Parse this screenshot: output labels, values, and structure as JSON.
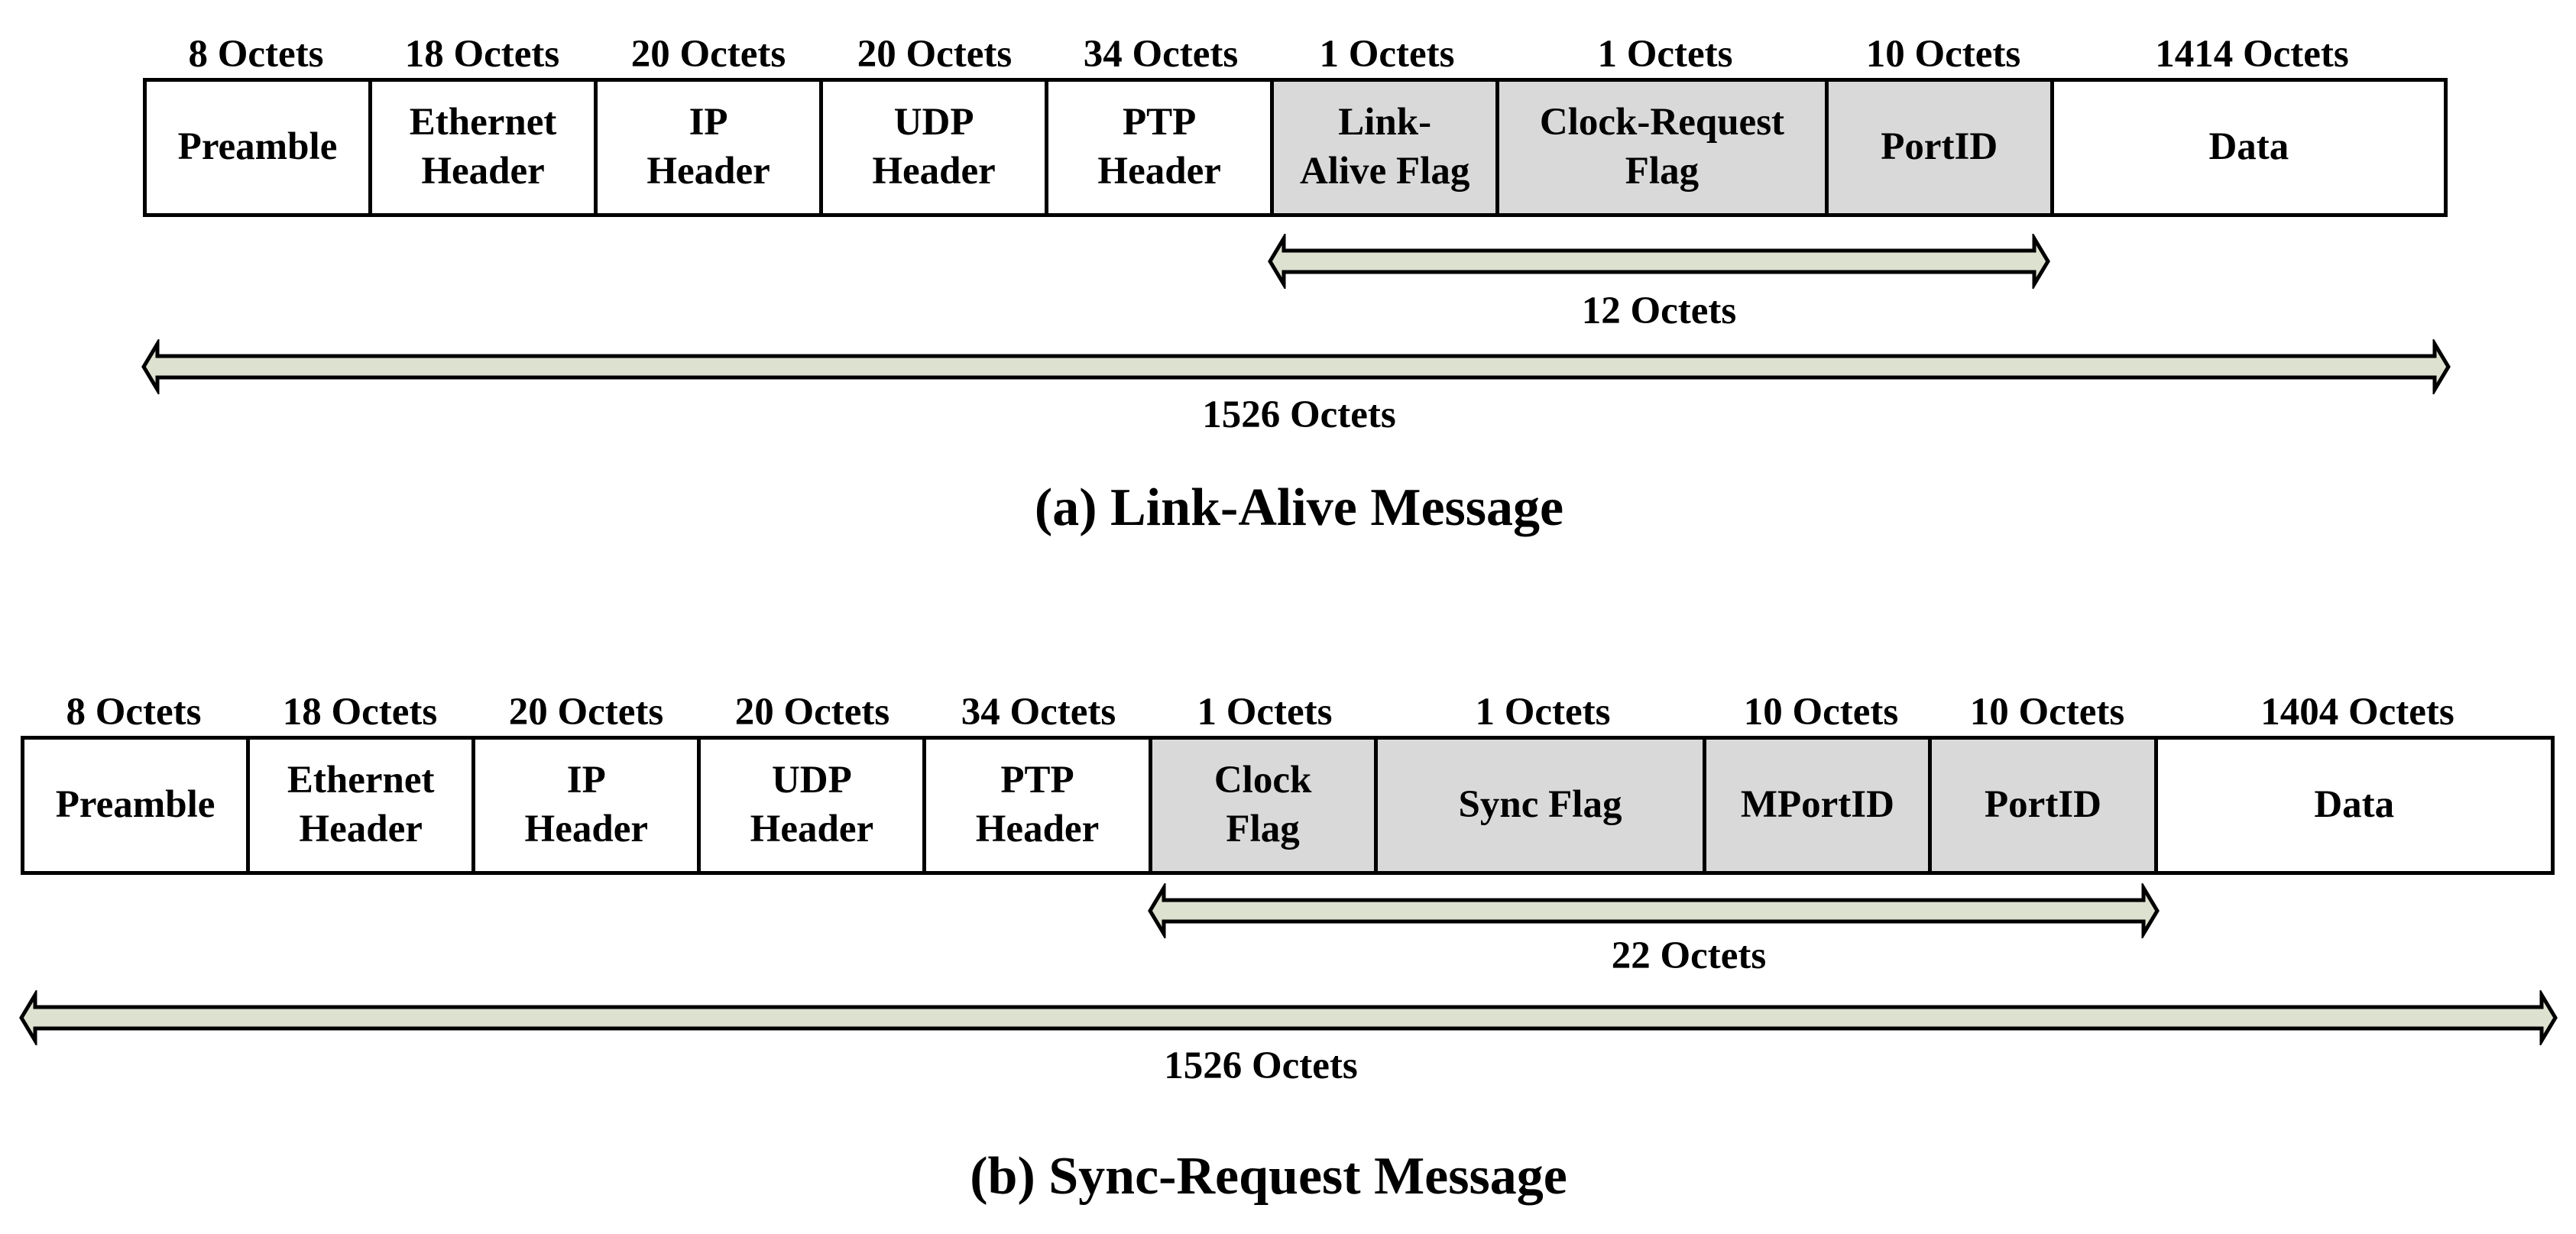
{
  "colors": {
    "shaded_field": "#d9d9d9",
    "arrow_fill": "#dde1cf",
    "outline": "#000000"
  },
  "link_alive": {
    "caption": "(a) Link-Alive Message",
    "fields": [
      {
        "size": "8 Octets",
        "label": "Preamble",
        "shaded": false
      },
      {
        "size": "18 Octets",
        "label": "Ethernet\nHeader",
        "shaded": false
      },
      {
        "size": "20 Octets",
        "label": "IP\nHeader",
        "shaded": false
      },
      {
        "size": "20 Octets",
        "label": "UDP\nHeader",
        "shaded": false
      },
      {
        "size": "34 Octets",
        "label": "PTP\nHeader",
        "shaded": false
      },
      {
        "size": "1 Octets",
        "label": "Link-\nAlive Flag",
        "shaded": true
      },
      {
        "size": "1 Octets",
        "label": "Clock-Request\nFlag",
        "shaded": true
      },
      {
        "size": "10 Octets",
        "label": "PortID",
        "shaded": true
      },
      {
        "size": "1414 Octets",
        "label": "Data",
        "shaded": false
      }
    ],
    "span_inner": "12 Octets",
    "span_total": "1526 Octets"
  },
  "sync_request": {
    "caption": "(b) Sync-Request Message",
    "fields": [
      {
        "size": "8 Octets",
        "label": "Preamble",
        "shaded": false
      },
      {
        "size": "18 Octets",
        "label": "Ethernet\nHeader",
        "shaded": false
      },
      {
        "size": "20 Octets",
        "label": "IP\nHeader",
        "shaded": false
      },
      {
        "size": "20 Octets",
        "label": "UDP\nHeader",
        "shaded": false
      },
      {
        "size": "34 Octets",
        "label": "PTP\nHeader",
        "shaded": false
      },
      {
        "size": "1 Octets",
        "label": "Clock\nFlag",
        "shaded": true
      },
      {
        "size": "1 Octets",
        "label": "Sync Flag",
        "shaded": true
      },
      {
        "size": "10 Octets",
        "label": "MPortID",
        "shaded": true
      },
      {
        "size": "10 Octets",
        "label": "PortID",
        "shaded": true
      },
      {
        "size": "1404 Octets",
        "label": "Data",
        "shaded": false
      }
    ],
    "span_inner": "22 Octets",
    "span_total": "1526 Octets"
  }
}
